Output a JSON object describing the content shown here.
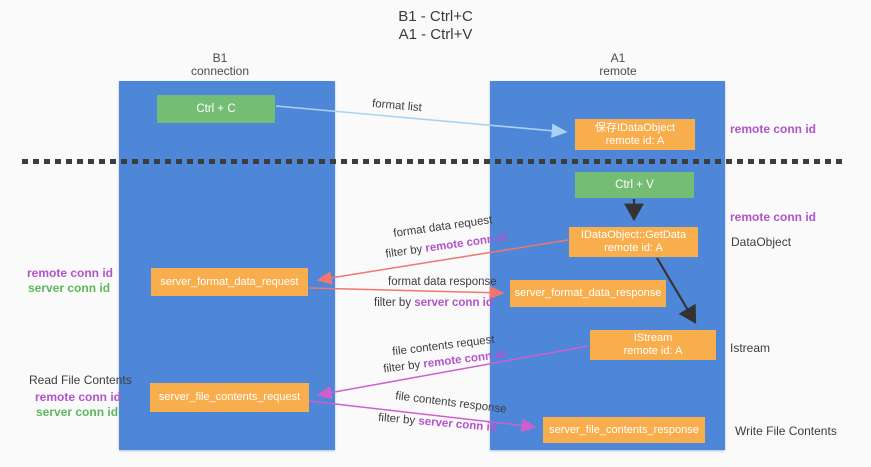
{
  "title": {
    "line1": "B1 - Ctrl+C",
    "line2": "A1 - Ctrl+V"
  },
  "columns": {
    "left": {
      "name": "B1",
      "subtitle": "connection"
    },
    "right": {
      "name": "A1",
      "subtitle": "remote"
    }
  },
  "boxes": {
    "ctrl_c": "Ctrl + C",
    "ctrl_v": "Ctrl + V",
    "save_dataobject": {
      "line1": "保存IDataObject",
      "line2": "remote id: A"
    },
    "getdata": {
      "line1": "IDataObject::GetData",
      "line2": "remote id: A"
    },
    "istream": {
      "line1": "IStream",
      "line2": "remote id: A"
    },
    "format_request": "server_format_data_request",
    "format_response": "server_format_data_response",
    "file_request": "server_file_contents_request",
    "file_response": "server_file_contents_response"
  },
  "arrow_labels": {
    "format_list": "format list",
    "format_data_request": "format data request",
    "format_data_response": "format data response",
    "file_contents_request": "file contents request",
    "file_contents_response": "file contents response",
    "filter_by": "filter by ",
    "remote_conn_id": "remote conn id",
    "server_conn_id": "server conn id"
  },
  "side_labels": {
    "left_mid_remote": "remote conn id",
    "left_mid_server": "server conn id",
    "read_file_contents": "Read File Contents",
    "left_bottom_remote": "remote conn id",
    "left_bottom_server": "server conn id",
    "right_top_remote": "remote conn id",
    "right_mid_remote": "remote conn id",
    "dataobject": "DataObject",
    "istream": "Istream",
    "write_file_contents": "Write File Contents"
  },
  "colors": {
    "column_blue": "#4e86d8",
    "box_orange": "#f9ae4d",
    "box_green": "#74bd74",
    "arrow_lightblue": "#a9d3f2",
    "arrow_salmon": "#f0766e",
    "arrow_magenta": "#cf5fcf",
    "arrow_black": "#333333",
    "text_purple": "#b253cb",
    "text_green": "#5cb85c",
    "background": "#fafafa"
  }
}
